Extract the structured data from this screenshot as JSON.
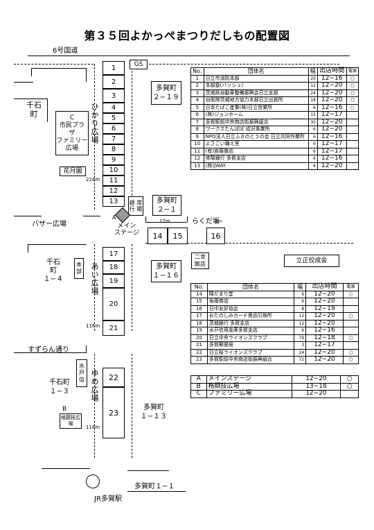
{
  "title": "第３５回よかっぺまつりだしもの配置図",
  "map": {
    "national_road": "6号国道",
    "gs": "GS",
    "senkokucho_top": "千石\n町",
    "c_plaza": "C\n市民プラ\nザ\nファミリー\n広場",
    "hikari_hiroba": "ひかり広場",
    "kagetsuen": "花月園",
    "dist_224": "224m",
    "tagacho_2_19": "多賀町\n２−１９",
    "tagacho_2_1": "多賀町\n２−１",
    "ginko": "銀\n行",
    "joyo": "常\n陽",
    "bazar": "バザー広場",
    "main_stage_a": "A",
    "main_stage": "メイン\nステージ",
    "dist_12": "12m",
    "rakuda": "らくだ坂",
    "dist_8": "8m",
    "nikko": "二幸\n飯店",
    "risshokosei": "立正佼成会",
    "senkokucho_14": "千石\n町\n１−４",
    "honbu": "本\n部",
    "ai_hiroba": "あい広場",
    "tagacho_1_16": "多賀町\n１−１６",
    "dist_116a": "116m",
    "suzuran": "すずらん通り",
    "mito_shin": "水\n戸\n信",
    "senkokucho_13": "千石町\n１−３",
    "yume_hiroba": "ゆめ広場",
    "b_label": "B",
    "kakutogi": "格闘技広\n場",
    "tagacho_1_13": "多賀町\n１−１３",
    "dist_116b": "116m",
    "tagacho_1_1": "多賀町１−１",
    "jr_taga": "JR多賀駅"
  },
  "stalls": [
    "1",
    "2",
    "3",
    "4",
    "5",
    "6",
    "7",
    "8",
    "9",
    "10",
    "11",
    "12",
    "13",
    "14",
    "15",
    "16",
    "17",
    "18",
    "19",
    "20",
    "21",
    "22",
    "23"
  ],
  "table_headers": {
    "no": "No.",
    "name": "団体名",
    "width": "幅",
    "time": "出店時間",
    "power": "電源"
  },
  "table1": [
    {
      "no": "1",
      "name": "日立市消防本部",
      "w": "20",
      "time": "12−16",
      "p": "○"
    },
    {
      "no": "2",
      "name": "本部扱(バッシュ)",
      "w": "12",
      "time": "12−20",
      "p": "○"
    },
    {
      "no": "3",
      "name": "茨城県自動車整備振興会日立支部",
      "w": "24",
      "time": "12−20",
      "p": "○"
    },
    {
      "no": "4",
      "name": "自衛隊茨城地方協力本部日立出張所",
      "w": "18",
      "time": "12−20",
      "p": "○"
    },
    {
      "no": "5",
      "name": "日本たばこ産業(株)日立営業所",
      "w": "6",
      "time": "12−16",
      "p": "○"
    },
    {
      "no": "6",
      "name": "(株)ジョンホーム",
      "w": "15",
      "time": "12−17",
      "p": ""
    },
    {
      "no": "7",
      "name": "多賀駅前中央商店街振興組合",
      "w": "30",
      "time": "12−20",
      "p": ""
    },
    {
      "no": "8",
      "name": "ワークスたんぽぽ 成沢事業所",
      "w": "6",
      "time": "12−20",
      "p": ""
    },
    {
      "no": "9",
      "name": "NPO法人日立ふきのとうの会 日立共同作業所",
      "w": "6",
      "time": "12−16",
      "p": ""
    },
    {
      "no": "10",
      "name": "よさこい踊え室",
      "w": "6",
      "time": "12−17",
      "p": ""
    },
    {
      "no": "11",
      "name": "(有)斉藤畳店",
      "w": "6",
      "time": "12−17",
      "p": ""
    },
    {
      "no": "12",
      "name": "常陽銀行 多賀支店",
      "w": "6",
      "time": "12−16",
      "p": ""
    },
    {
      "no": "13",
      "name": "(株)JWAY",
      "w": "8",
      "time": "12−20",
      "p": ""
    }
  ],
  "table2": [
    {
      "no": "14",
      "name": "陽だまり堂",
      "w": "6",
      "time": "12−20",
      "p": "○"
    },
    {
      "no": "15",
      "name": "後藤商店",
      "w": "6",
      "time": "12−20",
      "p": ""
    },
    {
      "no": "16",
      "name": "日中友好協会",
      "w": "8",
      "time": "12−19",
      "p": ""
    },
    {
      "no": "17",
      "name": "おたのしみカード景品引換所",
      "w": "12",
      "time": "12−20",
      "p": "○"
    },
    {
      "no": "18",
      "name": "茨城銀行 多賀支店",
      "w": "12",
      "time": "12−20",
      "p": ""
    },
    {
      "no": "19",
      "name": "水戸信用金庫多賀支店",
      "w": "6",
      "time": "12−16",
      "p": ""
    },
    {
      "no": "20",
      "name": "日立中央ライオンズクラブ",
      "w": "79",
      "time": "12−18",
      "p": "○"
    },
    {
      "no": "21",
      "name": "多賀郵便局",
      "w": "3",
      "time": "12−17",
      "p": ""
    },
    {
      "no": "22",
      "name": "日立桜ライオンズクラブ",
      "w": "24",
      "time": "12−20",
      "p": "○"
    },
    {
      "no": "23",
      "name": "多賀駅前中央商店街振興組合",
      "w": "72",
      "time": "12−20",
      "p": "○"
    }
  ],
  "table3": [
    {
      "no": "A",
      "name": "メインステージ",
      "time": "12−20",
      "p": "○"
    },
    {
      "no": "B",
      "name": "格闘技広場",
      "time": "13−18",
      "p": "○"
    },
    {
      "no": "C",
      "name": "ファミリー広場",
      "time": "12−20",
      "p": ""
    }
  ]
}
